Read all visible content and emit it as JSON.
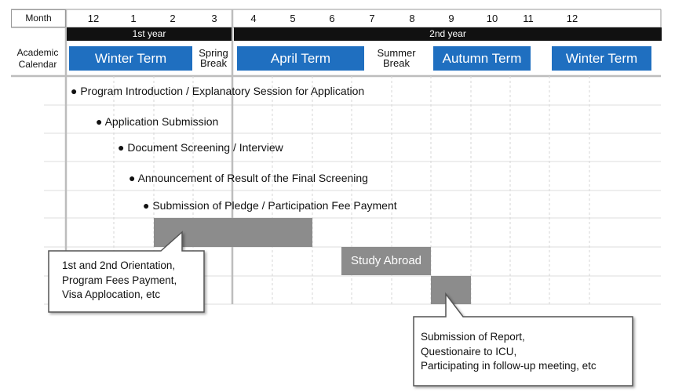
{
  "header": {
    "month_label": "Month"
  },
  "months": [
    "12",
    "1",
    "2",
    "3",
    "4",
    "5",
    "6",
    "7",
    "8",
    "9",
    "10",
    "11",
    "12"
  ],
  "years": {
    "first": "1st year",
    "second": "2nd year"
  },
  "calendar": {
    "label_line1": "Academic",
    "label_line2": "Calendar",
    "winter_term_1": "Winter Term",
    "spring_break_line1": "Spring",
    "spring_break_line2": "Break",
    "april_term": "April Term",
    "summer_break_line1": "Summer",
    "summer_break_line2": "Break",
    "autumn_term": "Autumn Term",
    "winter_term_2": "Winter Term"
  },
  "steps": [
    "● Program Introduction / Explanatory Session for Application",
    "● Application Submission",
    "● Document Screening / Interview",
    "● Announcement of Result of the Final Screening",
    "● Submission of Pledge / Participation Fee Payment"
  ],
  "bars": {
    "study_abroad": "Study Abroad"
  },
  "callouts": {
    "orientation": [
      "1st and 2nd Orientation,",
      "Program Fees Payment,",
      "Visa Applocation, etc"
    ],
    "report": [
      "Submission of Report,",
      "Questionaire to ICU,",
      "Participating in follow-up meeting, etc"
    ]
  },
  "colors": {
    "term_blue": "#1f6fc0",
    "bar_gray": "#8c8c8c",
    "year_black": "#111111"
  }
}
